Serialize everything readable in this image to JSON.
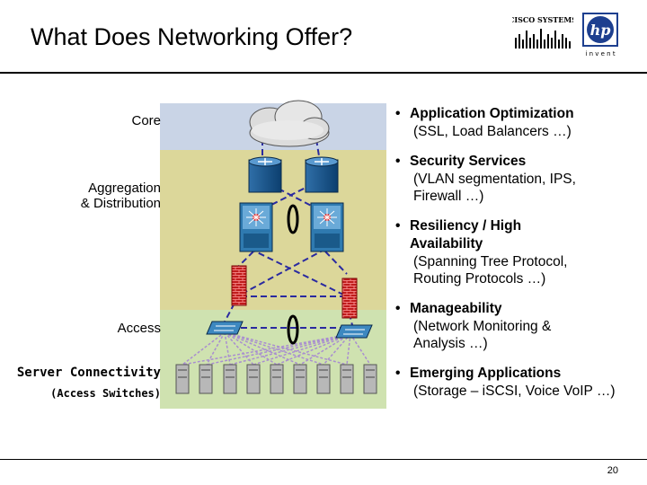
{
  "slide": {
    "title": "What Does Networking Offer?",
    "page_number": "20"
  },
  "logos": {
    "cisco": "CISCO SYSTEMS",
    "hp_mark": "hp",
    "hp_tagline": "i n v e n t"
  },
  "layers": {
    "core": "Core",
    "aggregation": [
      "Aggregation",
      "& Distribution"
    ],
    "access": "Access",
    "server_connectivity": "Server Connectivity",
    "access_switches": "(Access Switches)"
  },
  "bullets": [
    {
      "title": "Application Optimization",
      "detail": "(SSL, Load Balancers …)"
    },
    {
      "title": "Security Services",
      "detail": "(VLAN segmentation, IPS, Firewall …)"
    },
    {
      "title": "Resiliency / High Availability",
      "detail": "(Spanning Tree Protocol, Routing Protocols …)"
    },
    {
      "title": "Manageability",
      "detail": "(Network Monitoring & Analysis …)"
    },
    {
      "title": "Emerging Applications",
      "detail": "(Storage – iSCSI, Voice VoIP …)"
    }
  ],
  "colors": {
    "core_band": "#c9d4e6",
    "aggregation_band": "#dcd79a",
    "access_band": "#cfe2b0",
    "link_color": "#2a2aa0",
    "server_link_color": "#a98ed0",
    "firewall_color": "#c01c1c"
  },
  "icons": {
    "core": "cloud-icon",
    "aggregation_routers": "router-icon",
    "aggregation_switches": "multilayer-switch-icon",
    "firewalls": "firewall-icon",
    "access_switches": "workgroup-switch-icon",
    "servers": "server-icon",
    "redundancy": "link-ring-icon"
  }
}
